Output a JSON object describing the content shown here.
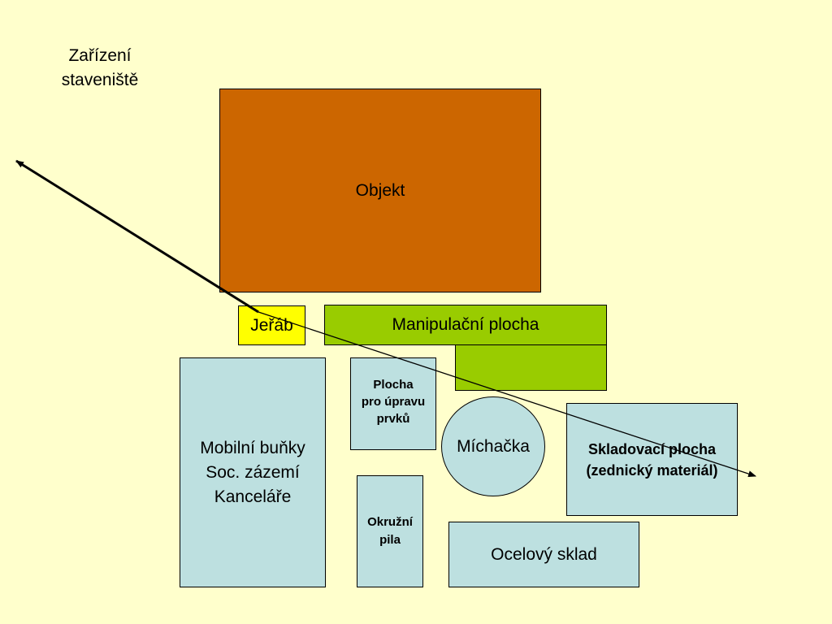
{
  "title": "Zařízení\nstaveniště",
  "boxes": {
    "objekt": "Objekt",
    "jerab": "Jeřáb",
    "manipulacni_plocha": "Manipulační plocha",
    "mobilni_bunky": "Mobilní buňky\nSoc. zázemí\nKanceláře",
    "plocha_upravy": "Plocha\npro úpravu\nprvků",
    "michacka": "Míchačka",
    "skladovaci_plocha": "Skladovací plocha\n(zednický materiál)",
    "okruzni_pila": "Okružní\npila",
    "ocelovy_sklad": "Ocelový sklad"
  },
  "colors": {
    "background": "#ffffcc",
    "objekt": "#cc6600",
    "jerab": "#ffff00",
    "manipulacni_plocha": "#99cc00",
    "facilities": "#bde0e0"
  }
}
